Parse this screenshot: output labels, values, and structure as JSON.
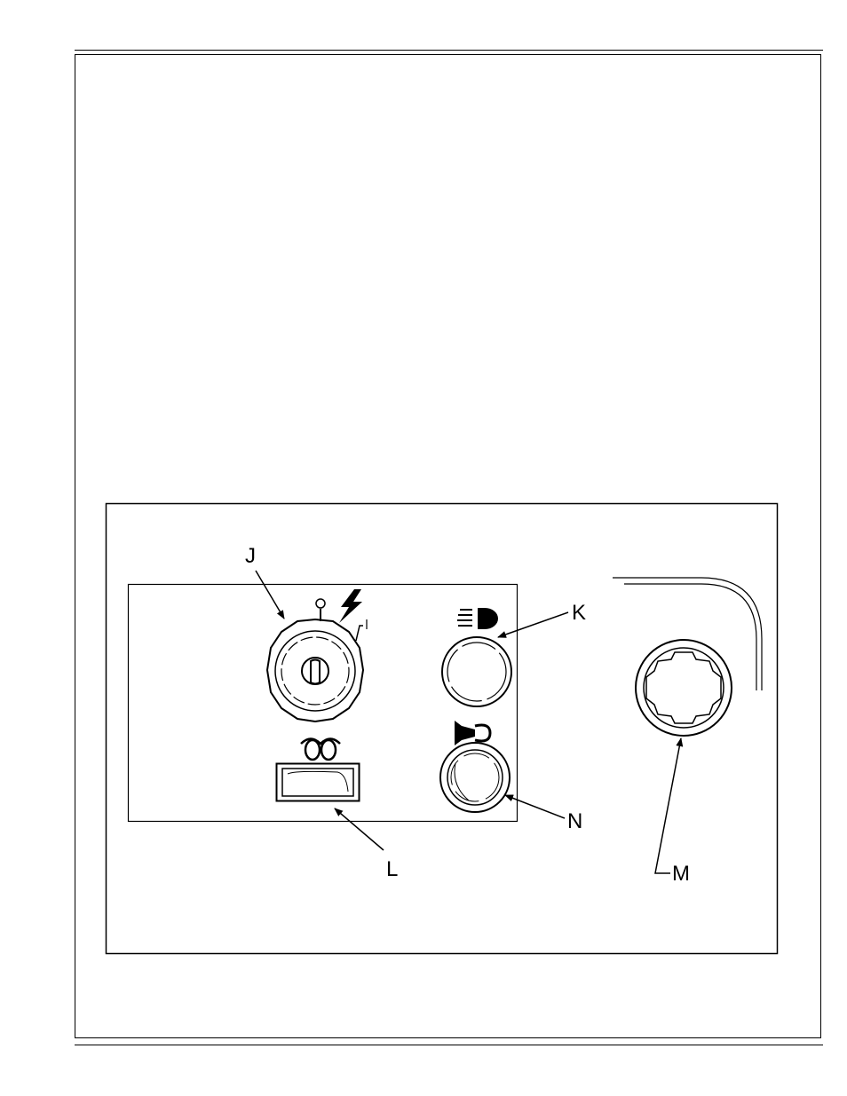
{
  "figure": {
    "callouts": {
      "J": "J",
      "K": "K",
      "L": "L",
      "M": "M",
      "N": "N"
    },
    "ignition_marks": {
      "off": "O",
      "on": "I"
    },
    "icons": {
      "ignition_key_switch": "key-switch-icon",
      "start_position": "lightning-bolt-icon",
      "headlight": "headlight-icon",
      "horn": "horn-icon",
      "glow_plug": "glow-plug-icon",
      "fuel_cap": "fuel-cap-icon"
    }
  }
}
